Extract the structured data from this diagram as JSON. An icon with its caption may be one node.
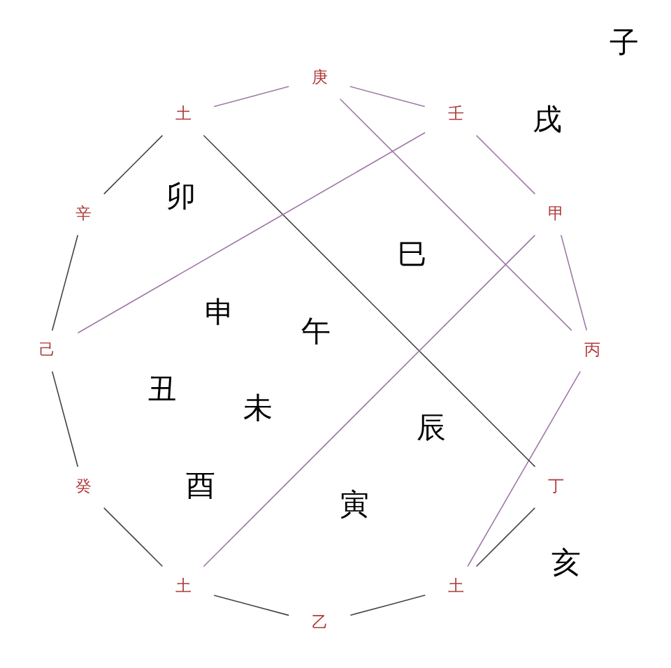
{
  "diagram": {
    "nodes": [
      {
        "text": [
          "丁"
        ]
      },
      {
        "text": [
          "丙"
        ]
      },
      {
        "text": [
          "土"
        ]
      },
      {
        "text": [
          "土"
        ]
      },
      {
        "text": [
          "庚"
        ]
      },
      {
        "text": [
          "乙"
        ]
      },
      {
        "text": [
          "辛"
        ]
      },
      {
        "text": [
          "土"
        ]
      },
      {
        "text": [
          "甲"
        ]
      },
      {
        "text": [
          "壬"
        ]
      },
      {
        "text": [
          "己"
        ]
      },
      {
        "text": [
          "癸"
        ]
      }
    ],
    "edges": [
      {
        "from": 1,
        "to": 4,
        "arrow": "none",
        "color": "#a07aa8"
      },
      {
        "from": 4,
        "to": 9,
        "arrow": "none",
        "color": "#a07aa8"
      },
      {
        "from": 9,
        "to": 8,
        "arrow": "none",
        "color": "#a07aa8"
      },
      {
        "from": 8,
        "to": 1,
        "arrow": "none",
        "color": "#a07aa8"
      },
      {
        "from": 1,
        "to": 2,
        "arrow": "none",
        "color": "#a07aa8"
      },
      {
        "from": 8,
        "to": 3,
        "arrow": "none",
        "color": "#a07aa8"
      },
      {
        "from": 4,
        "to": 7,
        "arrow": "none",
        "color": "#a07aa8"
      },
      {
        "from": 9,
        "to": 10,
        "arrow": "none",
        "color": "#a07aa8"
      },
      {
        "from": 0,
        "to": 2,
        "arrow": "none",
        "color": "#444444"
      },
      {
        "from": 2,
        "to": 5,
        "arrow": "none",
        "color": "#444444"
      },
      {
        "from": 5,
        "to": 3,
        "arrow": "none",
        "color": "#444444"
      },
      {
        "from": 3,
        "to": 11,
        "arrow": "none",
        "color": "#444444"
      },
      {
        "from": 11,
        "to": 10,
        "arrow": "none",
        "color": "#444444"
      },
      {
        "from": 10,
        "to": 6,
        "arrow": "none",
        "color": "#444444"
      },
      {
        "from": 6,
        "to": 7,
        "arrow": "none",
        "color": "#444444"
      },
      {
        "from": 7,
        "to": 0,
        "arrow": "none",
        "color": "#444444"
      }
    ],
    "labels": [
      "午",
      "巳",
      "未",
      "辰",
      "申",
      "卯",
      "酉",
      "寅",
      "戌",
      "丑",
      "亥",
      "子"
    ]
  }
}
